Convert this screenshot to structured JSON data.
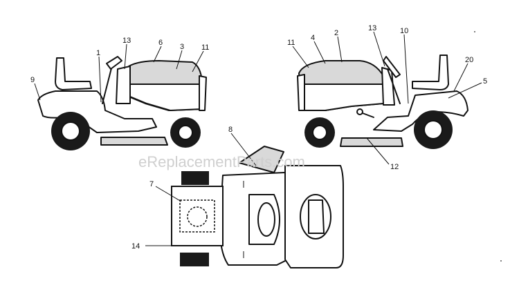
{
  "watermark": "eReplacementParts.com",
  "callouts": {
    "left_view": [
      "9",
      "1",
      "13",
      "6",
      "3",
      "11"
    ],
    "right_view": [
      "11",
      "4",
      "2",
      "13",
      "10",
      "20",
      "5",
      "12"
    ],
    "top_view": [
      "8",
      "7",
      "14"
    ]
  }
}
